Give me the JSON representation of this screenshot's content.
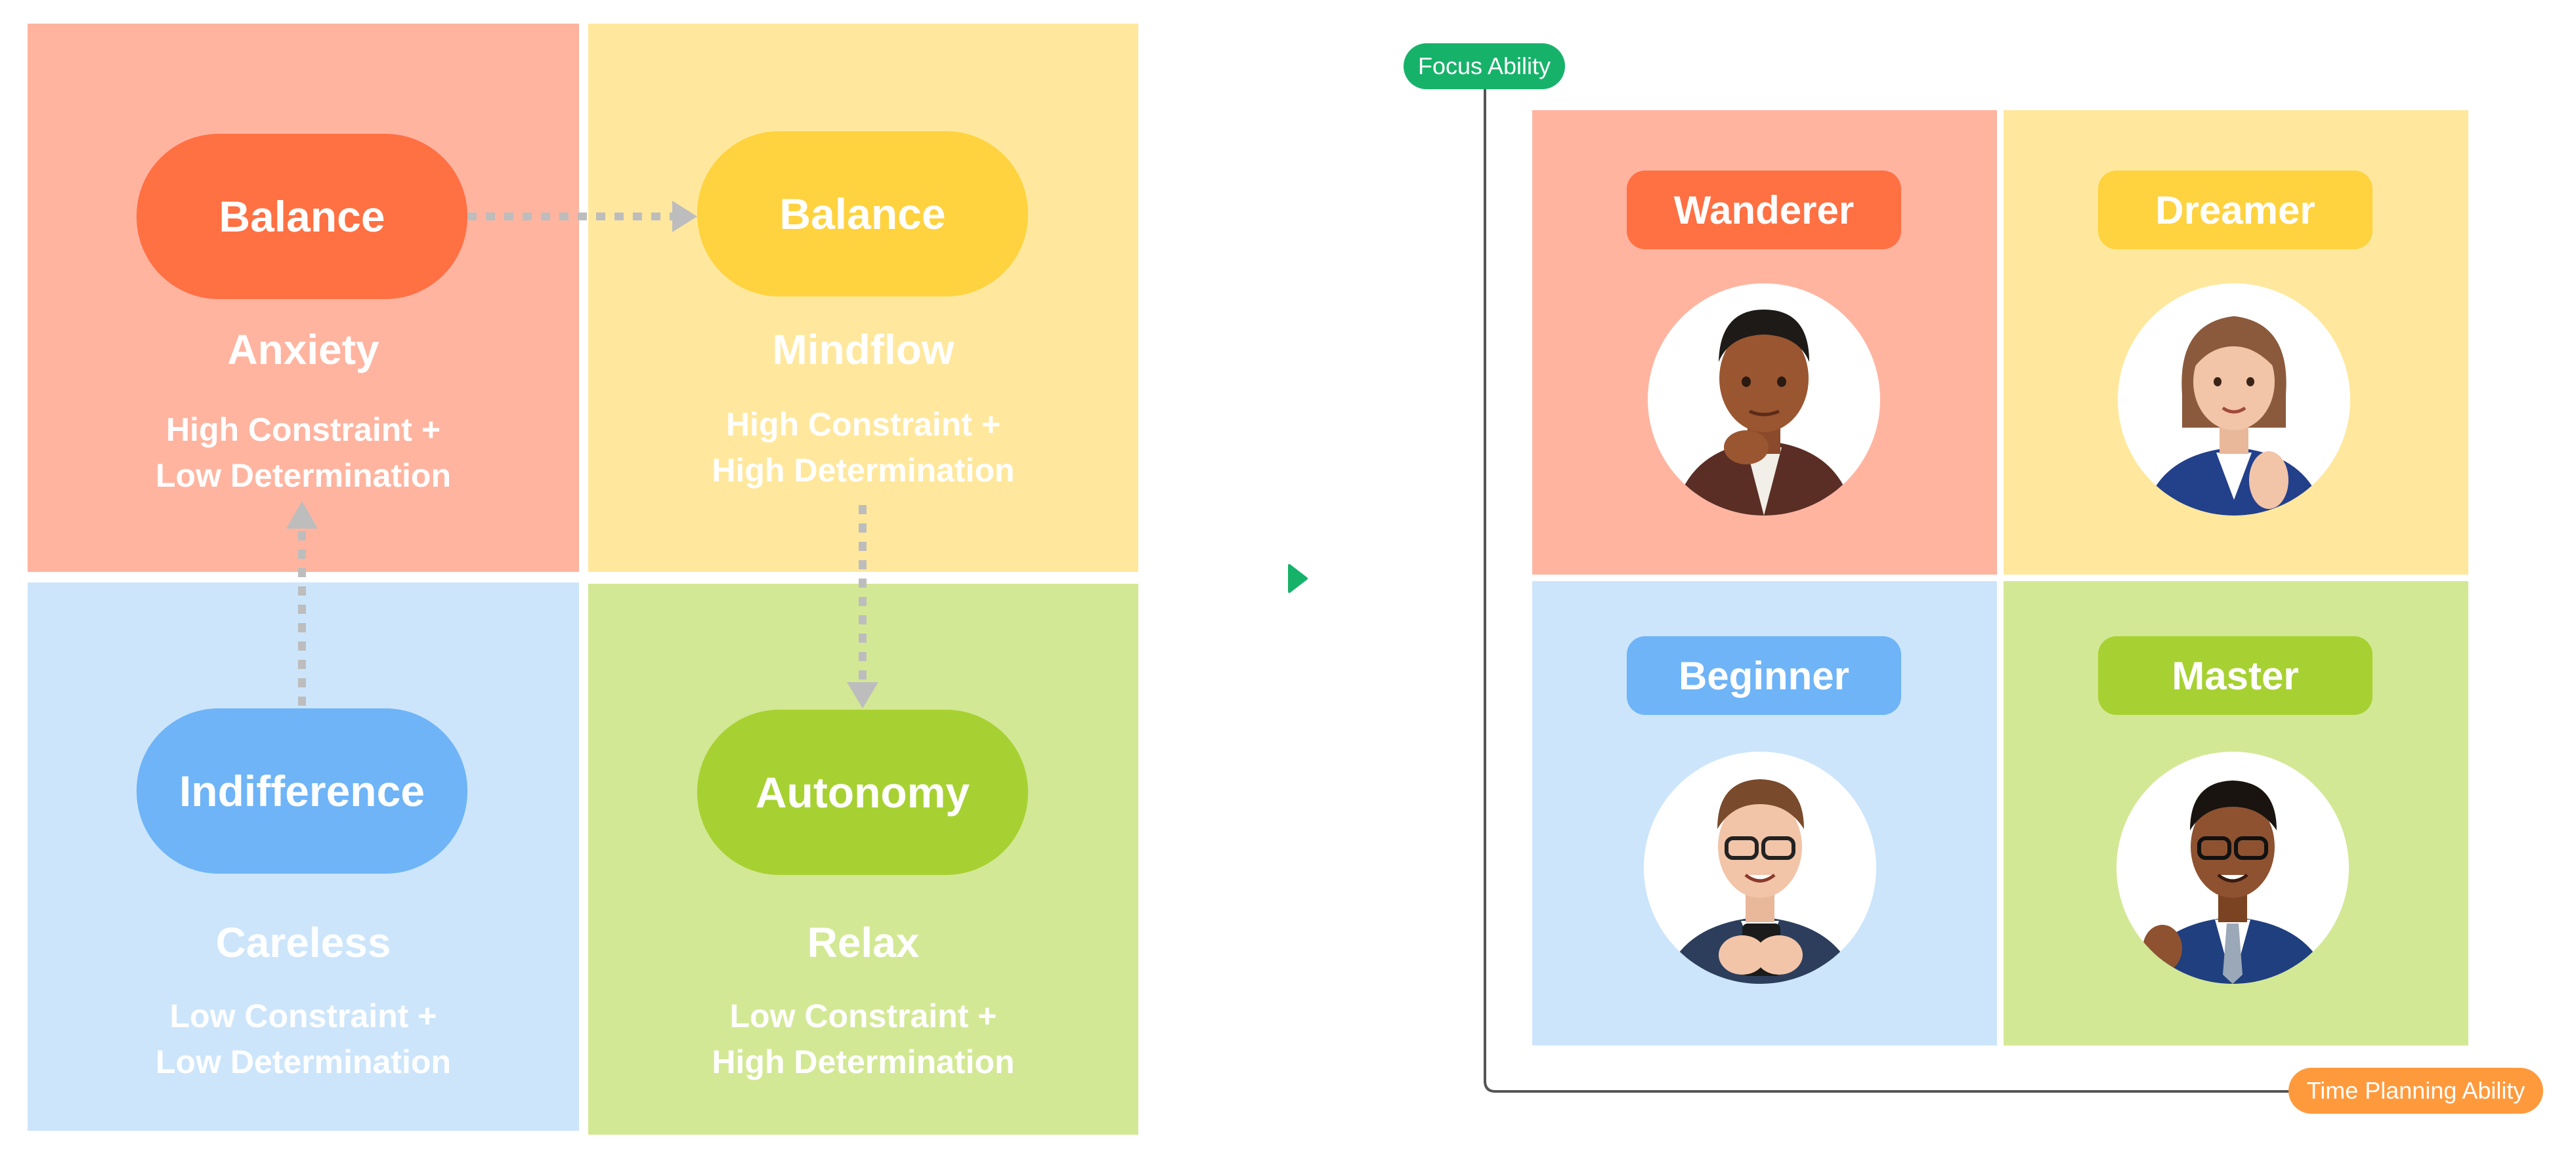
{
  "left_matrix": {
    "quadrants": [
      {
        "key": "anxiety",
        "pill": "Balance",
        "title": "Anxiety",
        "desc1": "High Constraint +",
        "desc2": "Low Determination"
      },
      {
        "key": "mindflow",
        "pill": "Balance",
        "title": "Mindflow",
        "desc1": "High Constraint +",
        "desc2": "High Determination"
      },
      {
        "key": "careless",
        "pill": "Indifference",
        "title": "Careless",
        "desc1": "Low Constraint +",
        "desc2": "Low Determination"
      },
      {
        "key": "relax",
        "pill": "Autonomy",
        "title": "Relax",
        "desc1": "Low Constraint +",
        "desc2": "High Determination"
      }
    ]
  },
  "right_matrix": {
    "y_axis_label": "Focus Ability",
    "x_axis_label": "Time Planning Ability",
    "cells": [
      {
        "label": "Wanderer"
      },
      {
        "label": "Dreamer"
      },
      {
        "label": "Beginner"
      },
      {
        "label": "Master"
      }
    ]
  },
  "colors": {
    "orange": "#FF7043",
    "orange_bg": "#FFB4A0",
    "yellow": "#FFD23F",
    "yellow_bg": "#FFE89D",
    "blue": "#6EB4F7",
    "blue_bg": "#CCE5FB",
    "green": "#A7D132",
    "green_bg": "#D3E895",
    "axis_green": "#17B26A",
    "axis_orange": "#FF9A3C"
  }
}
